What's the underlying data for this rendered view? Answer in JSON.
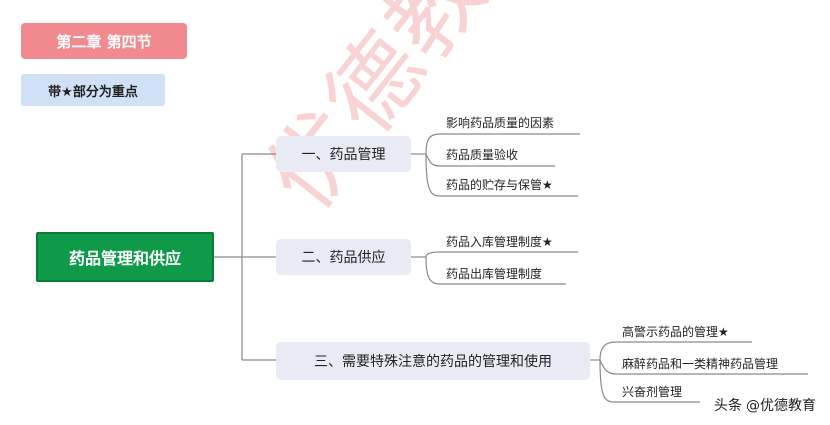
{
  "header": {
    "chapter_tag": "第二章  第四节",
    "key_note": "带★部分为重点"
  },
  "root": {
    "label": "药品管理和供应"
  },
  "branches": [
    {
      "label": "一、药品管理",
      "leaves": [
        "影响药品质量的因素",
        "药品质量验收",
        "药品的贮存与保管★"
      ]
    },
    {
      "label": "二、药品供应",
      "leaves": [
        "药品入库管理制度★",
        "药品出库管理制度"
      ]
    },
    {
      "label": "三、需要特殊注意的药品的管理和使用",
      "leaves": [
        "高警示药品的管理★",
        "麻醉药品和一类精神药品管理",
        "兴奋剂管理"
      ]
    }
  ],
  "watermark": "优德教育",
  "credit": {
    "prefix": "头条",
    "author": "@优德教育"
  },
  "colors": {
    "chapter_tag": "#f08a8f",
    "key_note": "#cfe0f7",
    "root": "#0f9a4a",
    "branch": "#e9ebf4",
    "lines": "#8a8a8a"
  }
}
